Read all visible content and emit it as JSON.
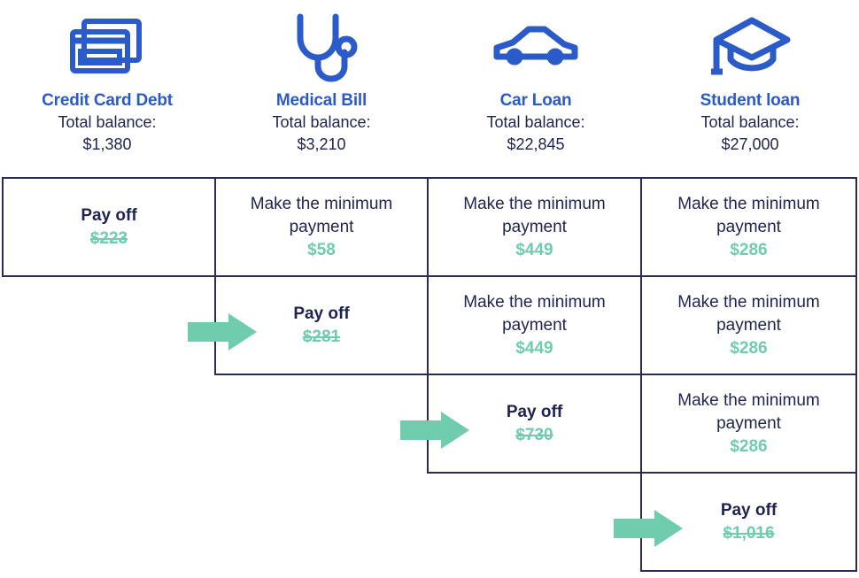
{
  "accents": {
    "title_blue": "#2B5BC8",
    "text_navy": "#1F2350",
    "border_navy": "#2A2A55",
    "amount_green": "#6FCCAD",
    "icon_blue": "#2B5BC8"
  },
  "columns": [
    {
      "icon": "credit-card-icon",
      "title": "Credit Card Debt",
      "balance_label": "Total balance:",
      "balance_value": "$1,380"
    },
    {
      "icon": "stethoscope-icon",
      "title": "Medical Bill",
      "balance_label": "Total balance:",
      "balance_value": "$3,210"
    },
    {
      "icon": "car-icon",
      "title": "Car Loan",
      "balance_label": "Total balance:",
      "balance_value": "$22,845"
    },
    {
      "icon": "graduation-cap-icon",
      "title": "Student loan",
      "balance_label": "Total balance:",
      "balance_value": "$27,000"
    }
  ],
  "labels": {
    "pay_off": "Pay off",
    "minimum_line1": "Make the minimum",
    "minimum_line2": "payment"
  },
  "rows": [
    {
      "cells": [
        {
          "type": "payoff",
          "line1": "Pay off",
          "line2": "",
          "amount": "$223",
          "struck": true
        },
        {
          "type": "minimum",
          "line1": "Make the minimum",
          "line2": "payment",
          "amount": "$58",
          "struck": false
        },
        {
          "type": "minimum",
          "line1": "Make the minimum",
          "line2": "payment",
          "amount": "$449",
          "struck": false
        },
        {
          "type": "minimum",
          "line1": "Make the minimum",
          "line2": "payment",
          "amount": "$286",
          "struck": false
        }
      ]
    },
    {
      "cells": [
        {
          "type": "empty"
        },
        {
          "type": "payoff",
          "line1": "Pay off",
          "line2": "",
          "amount": "$281",
          "struck": true
        },
        {
          "type": "minimum",
          "line1": "Make the minimum",
          "line2": "payment",
          "amount": "$449",
          "struck": false
        },
        {
          "type": "minimum",
          "line1": "Make the minimum",
          "line2": "payment",
          "amount": "$286",
          "struck": false
        }
      ]
    },
    {
      "cells": [
        {
          "type": "empty"
        },
        {
          "type": "empty"
        },
        {
          "type": "payoff",
          "line1": "Pay off",
          "line2": "",
          "amount": "$730",
          "struck": true
        },
        {
          "type": "minimum",
          "line1": "Make the minimum",
          "line2": "payment",
          "amount": "$286",
          "struck": false
        }
      ]
    },
    {
      "cells": [
        {
          "type": "empty"
        },
        {
          "type": "empty"
        },
        {
          "type": "empty"
        },
        {
          "type": "payoff",
          "line1": "Pay off",
          "line2": "",
          "amount": "$1,016",
          "struck": true
        }
      ]
    }
  ],
  "arrows": [
    {
      "name": "arrow-to-medical-bill",
      "row": 1,
      "col": 1
    },
    {
      "name": "arrow-to-car-loan",
      "row": 2,
      "col": 2
    },
    {
      "name": "arrow-to-student-loan",
      "row": 3,
      "col": 3
    }
  ]
}
